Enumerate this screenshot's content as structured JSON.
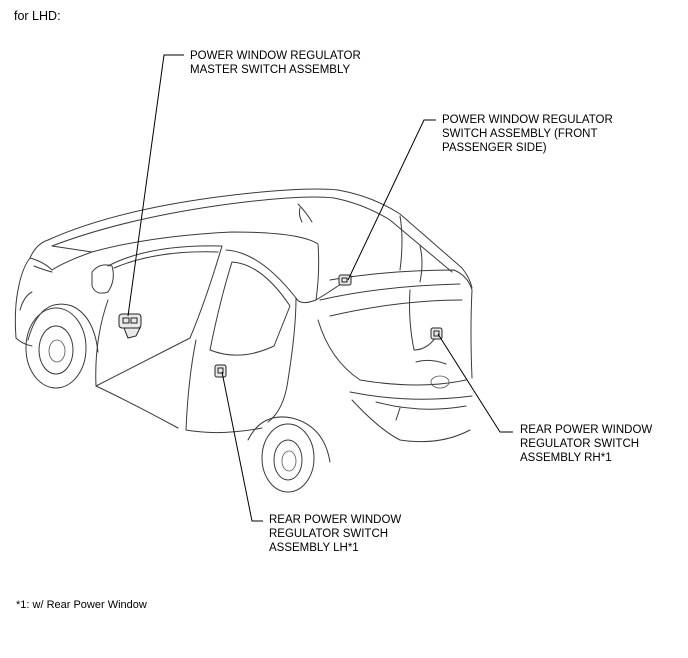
{
  "title": "for LHD:",
  "labels": {
    "master_switch": [
      "POWER WINDOW REGULATOR",
      "MASTER SWITCH ASSEMBLY"
    ],
    "front_passenger_switch": [
      "POWER WINDOW REGULATOR",
      "SWITCH ASSEMBLY (FRONT",
      "PASSENGER SIDE)"
    ],
    "rear_rh_switch": [
      "REAR POWER WINDOW",
      "REGULATOR SWITCH",
      "ASSEMBLY RH*1"
    ],
    "rear_lh_switch": [
      "REAR POWER WINDOW",
      "REGULATOR SWITCH",
      "ASSEMBLY LH*1"
    ]
  },
  "footnote": "*1: w/ Rear Power Window"
}
